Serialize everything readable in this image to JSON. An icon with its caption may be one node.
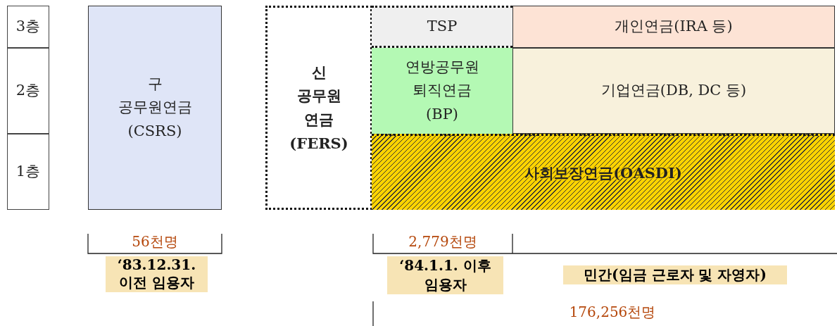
{
  "diagram": {
    "nodes": [
      {
        "text": [
          "3층"
        ]
      },
      {
        "text": [
          "2층"
        ]
      },
      {
        "text": [
          "1층"
        ]
      },
      {
        "text": [
          "구 공무원연금 (CSRS)"
        ]
      },
      {
        "text": [
          "신 공무원 연금 (FERS)"
        ]
      },
      {
        "text": [
          "TSP"
        ]
      },
      {
        "text": [
          "개인연금(IRA 등)"
        ]
      },
      {
        "text": [
          "연방공무원 퇴직연금 (BP)"
        ]
      },
      {
        "text": [
          "기업연금(DB, DC 등)"
        ]
      },
      {
        "text": [
          "사회보장연금(OASDI)"
        ]
      }
    ],
    "edges": [],
    "labels": [
      "56천명",
      "‘83.12.31. 이전 임용자",
      "2,779천명",
      "‘84.1.1. 이후 임용자",
      "민간(임금 근로자 및 자영자)",
      "176,256천명"
    ]
  }
}
